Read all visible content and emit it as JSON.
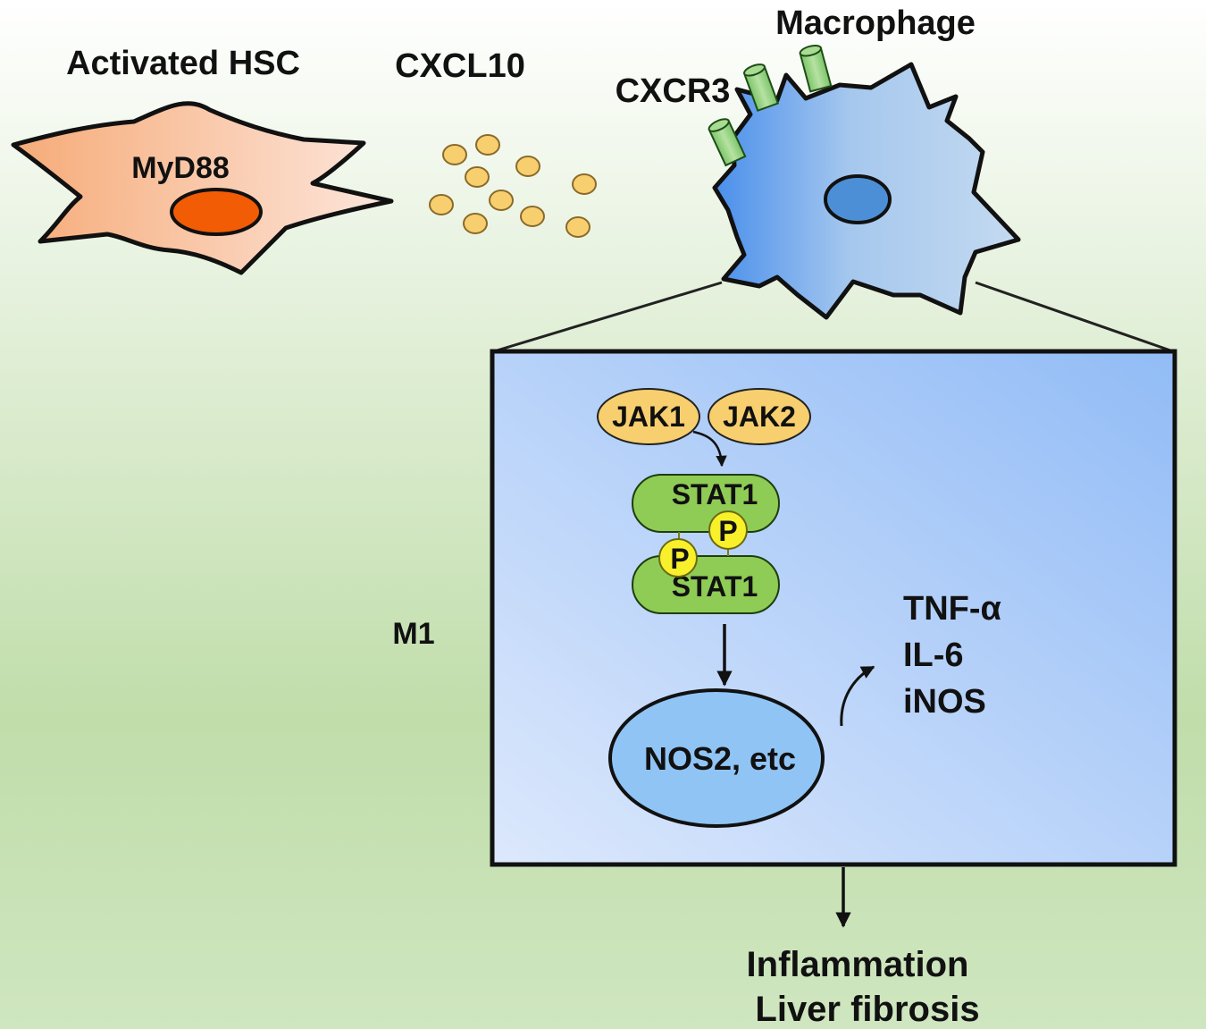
{
  "labels": {
    "activated_hsc": "Activated HSC",
    "myd88": "MyD88",
    "cxcl10": "CXCL10",
    "macrophage": "Macrophage",
    "cxcr3": "CXCR3",
    "m1": "M1",
    "jak1": "JAK1",
    "jak2": "JAK2",
    "stat1_top": "STAT1",
    "stat1_bottom": "STAT1",
    "phospho": "P",
    "nos2": "NOS2, etc",
    "outputs": [
      "TNF-α",
      "IL-6",
      "iNOS"
    ],
    "outcomes": [
      "Inflammation",
      "Liver fibrosis"
    ]
  },
  "colors": {
    "background_top": "#ffffff",
    "background_bottom": "#c3deb0",
    "hsc_cell": "#f7b488",
    "hsc_nucleus": "#f25c05",
    "cxcl10_dot": "#f8cf6e",
    "macrophage": "#6aa6f0",
    "receptor": "#8ccf7a",
    "panel_fill": "#b3cff8",
    "jak": "#f8cf6e",
    "stat": "#8fcc55",
    "phospho": "#f8f02a",
    "nos2": "#90c4f5"
  }
}
